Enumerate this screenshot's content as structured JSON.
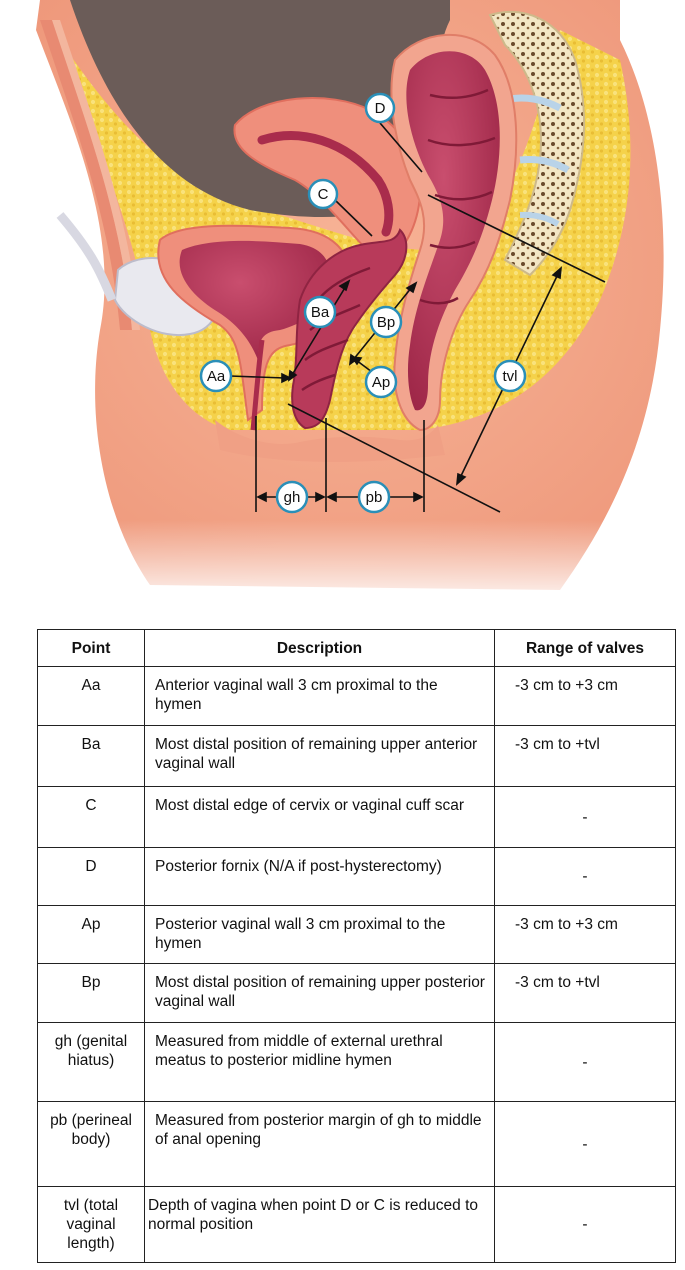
{
  "figure": {
    "labels": {
      "D": "D",
      "C": "C",
      "Ba": "Ba",
      "Bp": "Bp",
      "Aa": "Aa",
      "Ap": "Ap",
      "tvl": "tvl",
      "gh": "gh",
      "pb": "pb"
    },
    "colors": {
      "skin": "#f4a98a",
      "fat": "#f5d24a",
      "muscle_wall": "#ef8f7c",
      "lumen": "#b83a5a",
      "bone": "#f3e6c4",
      "bladder": "#e9e9ef",
      "cavity": "#6b5c58"
    }
  },
  "table": {
    "headers": [
      "Point",
      "Description",
      "Range of valves"
    ],
    "rows": [
      {
        "point": "Aa",
        "description": "Anterior vaginal wall 3 cm proximal to the hymen",
        "range": "-3 cm to +3 cm"
      },
      {
        "point": "Ba",
        "description": "Most distal position of remaining upper anterior vaginal wall",
        "range": "-3 cm to +tvl"
      },
      {
        "point": "C",
        "description": "Most distal edge of cervix or vaginal cuff scar",
        "range": "-"
      },
      {
        "point": "D",
        "description": "Posterior fornix (N/A if post-hysterectomy)",
        "range": "-"
      },
      {
        "point": "Ap",
        "description": "Posterior vaginal wall 3 cm proximal to the hymen",
        "range": "-3 cm to +3 cm"
      },
      {
        "point": "Bp",
        "description": "Most distal position of remaining upper posterior vaginal wall",
        "range": "-3 cm to +tvl"
      },
      {
        "point": "gh (genital hiatus)",
        "description": "Measured from middle of external urethral meatus to posterior midline hymen",
        "range": "-"
      },
      {
        "point": "pb (perineal body)",
        "description": "Measured from posterior margin of gh to middle of anal opening",
        "range": "-"
      },
      {
        "point": "tvl (total vaginal length)",
        "description": "Depth of vagina when point D or C is reduced to normal position",
        "range": "-"
      }
    ]
  }
}
